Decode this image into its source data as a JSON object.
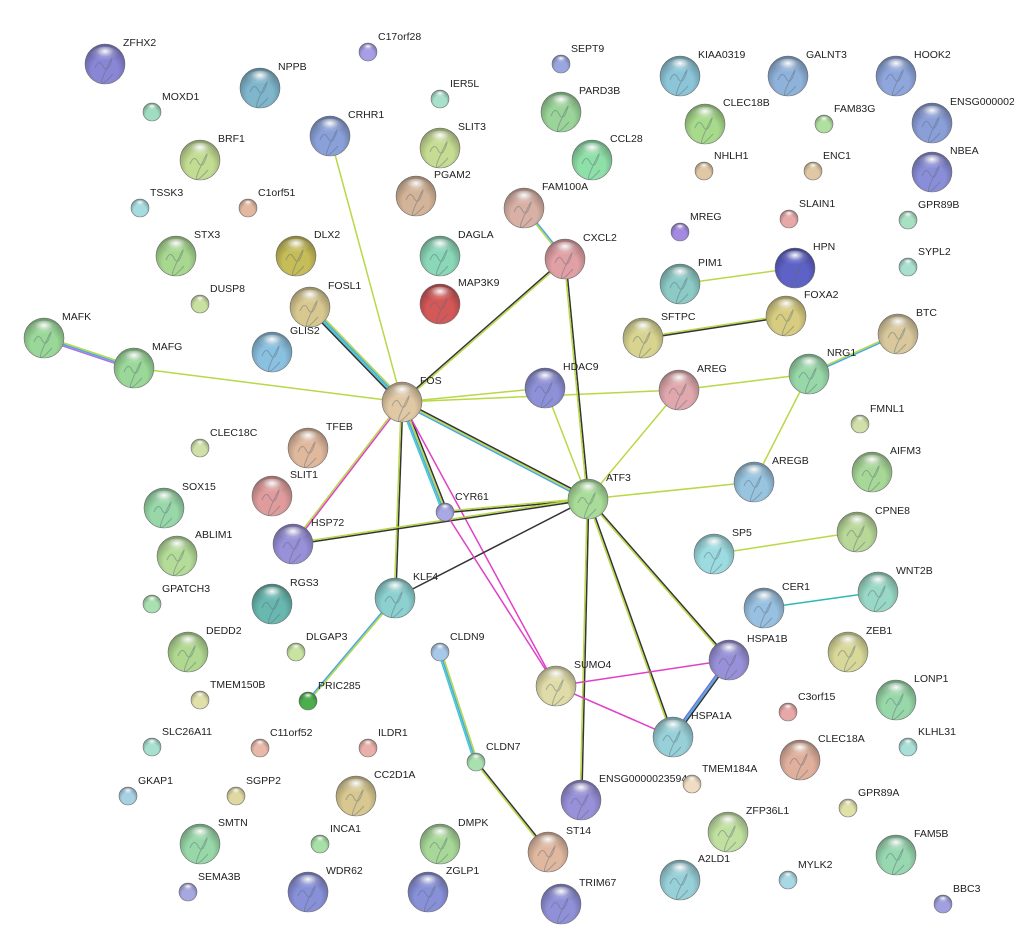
{
  "network": {
    "nodes": [
      {
        "id": "ZFHX2",
        "label": "ZFHX2",
        "color": "#8a86d6",
        "size": "l"
      },
      {
        "id": "C17orf28",
        "label": "C17orf28",
        "color": "#a79ee6",
        "size": "s"
      },
      {
        "id": "SEPT9",
        "label": "SEPT9",
        "color": "#9aa6e0",
        "size": "s"
      },
      {
        "id": "KIAA0319",
        "label": "KIAA0319",
        "color": "#8cc5d8",
        "size": "l"
      },
      {
        "id": "GALNT3",
        "label": "GALNT3",
        "color": "#8fb2da",
        "size": "l"
      },
      {
        "id": "HOOK2",
        "label": "HOOK2",
        "color": "#8ea6dc",
        "size": "l"
      },
      {
        "id": "ENSG000002",
        "label": "ENSG000002",
        "color": "#8a9ed8",
        "size": "l"
      },
      {
        "id": "NPPB",
        "label": "NPPB",
        "color": "#7fb6cc",
        "size": "l"
      },
      {
        "id": "MOXD1",
        "label": "MOXD1",
        "color": "#9fdcc0",
        "size": "s"
      },
      {
        "id": "IER5L",
        "label": "IER5L",
        "color": "#a8e0cc",
        "size": "s"
      },
      {
        "id": "PARD3B",
        "label": "PARD3B",
        "color": "#9ad498",
        "size": "l"
      },
      {
        "id": "CRHR1",
        "label": "CRHR1",
        "color": "#8aa0d8",
        "size": "l"
      },
      {
        "id": "SLIT3",
        "label": "SLIT3",
        "color": "#c6dc92",
        "size": "l"
      },
      {
        "id": "CCL28",
        "label": "CCL28",
        "color": "#8fe0a8",
        "size": "l"
      },
      {
        "id": "CLEC18B",
        "label": "CLEC18B",
        "color": "#a8da8c",
        "size": "l"
      },
      {
        "id": "FAM83G",
        "label": "FAM83G",
        "color": "#b0e0a0",
        "size": "s"
      },
      {
        "id": "BRF1",
        "label": "BRF1",
        "color": "#c2dc92",
        "size": "l"
      },
      {
        "id": "PGAM2",
        "label": "PGAM2",
        "color": "#d4b498",
        "size": "l"
      },
      {
        "id": "NHLH1",
        "label": "NHLH1",
        "color": "#e0c8a4",
        "size": "s"
      },
      {
        "id": "ENC1",
        "label": "ENC1",
        "color": "#e0c8a4",
        "size": "s"
      },
      {
        "id": "NBEA",
        "label": "NBEA",
        "color": "#8a8ed8",
        "size": "l"
      },
      {
        "id": "TSSK3",
        "label": "TSSK3",
        "color": "#a6dce0",
        "size": "s"
      },
      {
        "id": "C1orf51",
        "label": "C1orf51",
        "color": "#e4b8a0",
        "size": "s"
      },
      {
        "id": "FAM100A",
        "label": "FAM100A",
        "color": "#d8b0a4",
        "size": "l"
      },
      {
        "id": "MREG",
        "label": "MREG",
        "color": "#a48ae0",
        "size": "s"
      },
      {
        "id": "SLAIN1",
        "label": "SLAIN1",
        "color": "#e8a8a8",
        "size": "s"
      },
      {
        "id": "GPR89B",
        "label": "GPR89B",
        "color": "#a8e0c4",
        "size": "s"
      },
      {
        "id": "STX3",
        "label": "STX3",
        "color": "#a8d890",
        "size": "l"
      },
      {
        "id": "DLX2",
        "label": "DLX2",
        "color": "#c6bc58",
        "size": "l"
      },
      {
        "id": "DAGLA",
        "label": "DAGLA",
        "color": "#8ad8b8",
        "size": "l"
      },
      {
        "id": "CXCL2",
        "label": "CXCL2",
        "color": "#e0a0a4",
        "size": "l"
      },
      {
        "id": "PIM1",
        "label": "PIM1",
        "color": "#8ccac6",
        "size": "l"
      },
      {
        "id": "HPN",
        "label": "HPN",
        "color": "#5e62c8",
        "size": "l"
      },
      {
        "id": "SYPL2",
        "label": "SYPL2",
        "color": "#a8e0d0",
        "size": "s"
      },
      {
        "id": "DUSP8",
        "label": "DUSP8",
        "color": "#c8e0a0",
        "size": "s"
      },
      {
        "id": "MAP3K9",
        "label": "MAP3K9",
        "color": "#d45858",
        "size": "l"
      },
      {
        "id": "FOSL1",
        "label": "FOSL1",
        "color": "#d8c890",
        "size": "l"
      },
      {
        "id": "FOXA2",
        "label": "FOXA2",
        "color": "#d8cc80",
        "size": "l"
      },
      {
        "id": "MAFK",
        "label": "MAFK",
        "color": "#9ad898",
        "size": "l"
      },
      {
        "id": "GLIS2",
        "label": "GLIS2",
        "color": "#8ac0e0",
        "size": "l"
      },
      {
        "id": "SFTPC",
        "label": "SFTPC",
        "color": "#d8d490",
        "size": "l"
      },
      {
        "id": "BTC",
        "label": "BTC",
        "color": "#d8c89c",
        "size": "l"
      },
      {
        "id": "MAFG",
        "label": "MAFG",
        "color": "#9ad898",
        "size": "l"
      },
      {
        "id": "FOS",
        "label": "FOS",
        "color": "#e0c8a4",
        "size": "l"
      },
      {
        "id": "HDAC9",
        "label": "HDAC9",
        "color": "#8e90d8",
        "size": "l"
      },
      {
        "id": "AREG",
        "label": "AREG",
        "color": "#e0a8ac",
        "size": "l"
      },
      {
        "id": "NRG1",
        "label": "NRG1",
        "color": "#98d8a8",
        "size": "l"
      },
      {
        "id": "FMNL1",
        "label": "FMNL1",
        "color": "#d0e0a8",
        "size": "s"
      },
      {
        "id": "CLEC18C",
        "label": "CLEC18C",
        "color": "#d0e0a8",
        "size": "s"
      },
      {
        "id": "TFEB",
        "label": "TFEB",
        "color": "#e0b89c",
        "size": "l"
      },
      {
        "id": "AIFM3",
        "label": "AIFM3",
        "color": "#a8d898",
        "size": "l"
      },
      {
        "id": "AREGB",
        "label": "AREGB",
        "color": "#98c4e0",
        "size": "l"
      },
      {
        "id": "SLIT1",
        "label": "SLIT1",
        "color": "#e09c9c",
        "size": "l"
      },
      {
        "id": "ATF3",
        "label": "ATF3",
        "color": "#a8dc98",
        "size": "l"
      },
      {
        "id": "SOX15",
        "label": "SOX15",
        "color": "#98d8a8",
        "size": "l"
      },
      {
        "id": "CYR61",
        "label": "CYR61",
        "color": "#a8a8e4",
        "size": "s"
      },
      {
        "id": "HSP72",
        "label": "HSP72",
        "color": "#9890d8",
        "size": "l"
      },
      {
        "id": "CPNE8",
        "label": "CPNE8",
        "color": "#b8d898",
        "size": "l"
      },
      {
        "id": "ABLIM1",
        "label": "ABLIM1",
        "color": "#b4dc98",
        "size": "l"
      },
      {
        "id": "SP5",
        "label": "SP5",
        "color": "#9cdce0",
        "size": "l"
      },
      {
        "id": "WNT2B",
        "label": "WNT2B",
        "color": "#98d8c4",
        "size": "l"
      },
      {
        "id": "GPATCH3",
        "label": "GPATCH3",
        "color": "#a8e0b0",
        "size": "s"
      },
      {
        "id": "RGS3",
        "label": "RGS3",
        "color": "#68b8b0",
        "size": "l"
      },
      {
        "id": "KLF4",
        "label": "KLF4",
        "color": "#8cd0d0",
        "size": "l"
      },
      {
        "id": "CER1",
        "label": "CER1",
        "color": "#98c0e0",
        "size": "l"
      },
      {
        "id": "DEDD2",
        "label": "DEDD2",
        "color": "#b0d890",
        "size": "l"
      },
      {
        "id": "DLGAP3",
        "label": "DLGAP3",
        "color": "#c8e4a0",
        "size": "s"
      },
      {
        "id": "CLDN9",
        "label": "CLDN9",
        "color": "#a8c8e8",
        "size": "s"
      },
      {
        "id": "HSPA1B",
        "label": "HSPA1B",
        "color": "#9890d8",
        "size": "l"
      },
      {
        "id": "ZEB1",
        "label": "ZEB1",
        "color": "#d8d898",
        "size": "l"
      },
      {
        "id": "SUMO4",
        "label": "SUMO4",
        "color": "#e0dca8",
        "size": "l"
      },
      {
        "id": "PRIC285",
        "label": "PRIC285",
        "color": "#4cae4c",
        "size": "s"
      },
      {
        "id": "TMEM150B",
        "label": "TMEM150B",
        "color": "#e0e0a8",
        "size": "s"
      },
      {
        "id": "LONP1",
        "label": "LONP1",
        "color": "#98d8a8",
        "size": "l"
      },
      {
        "id": "C3orf15",
        "label": "C3orf15",
        "color": "#e8a8a8",
        "size": "s"
      },
      {
        "id": "SLC26A11",
        "label": "SLC26A11",
        "color": "#a8e0d0",
        "size": "s"
      },
      {
        "id": "C11orf52",
        "label": "C11orf52",
        "color": "#e8b8a8",
        "size": "s"
      },
      {
        "id": "ILDR1",
        "label": "ILDR1",
        "color": "#e8b0a8",
        "size": "s"
      },
      {
        "id": "HSPA1A",
        "label": "HSPA1A",
        "color": "#98d0d8",
        "size": "l"
      },
      {
        "id": "CLEC18A",
        "label": "CLEC18A",
        "color": "#e0b09c",
        "size": "l"
      },
      {
        "id": "KLHL31",
        "label": "KLHL31",
        "color": "#a8e0d8",
        "size": "s"
      },
      {
        "id": "CLDN7",
        "label": "CLDN7",
        "color": "#a8e0b0",
        "size": "s"
      },
      {
        "id": "GKAP1",
        "label": "GKAP1",
        "color": "#a8d0e4",
        "size": "s"
      },
      {
        "id": "SGPP2",
        "label": "SGPP2",
        "color": "#e0d8a0",
        "size": "s"
      },
      {
        "id": "CC2D1A",
        "label": "CC2D1A",
        "color": "#d8c890",
        "size": "l"
      },
      {
        "id": "ENSG00000235941",
        "label": "ENSG00000235941",
        "color": "#9890d8",
        "size": "l"
      },
      {
        "id": "TMEM184A",
        "label": "TMEM184A",
        "color": "#f0dcc0",
        "size": "s"
      },
      {
        "id": "GPR89A",
        "label": "GPR89A",
        "color": "#e0e0a8",
        "size": "s"
      },
      {
        "id": "SMTN",
        "label": "SMTN",
        "color": "#98d8a8",
        "size": "l"
      },
      {
        "id": "INCA1",
        "label": "INCA1",
        "color": "#a8e0a8",
        "size": "s"
      },
      {
        "id": "DMPK",
        "label": "DMPK",
        "color": "#a8d898",
        "size": "l"
      },
      {
        "id": "ST14",
        "label": "ST14",
        "color": "#e0b8a0",
        "size": "l"
      },
      {
        "id": "ZFP36L1",
        "label": "ZFP36L1",
        "color": "#c0e0a0",
        "size": "l"
      },
      {
        "id": "FAM5B",
        "label": "FAM5B",
        "color": "#98d8b0",
        "size": "l"
      },
      {
        "id": "SEMA3B",
        "label": "SEMA3B",
        "color": "#a8a8e0",
        "size": "s"
      },
      {
        "id": "WDR62",
        "label": "WDR62",
        "color": "#8890d8",
        "size": "l"
      },
      {
        "id": "ZGLP1",
        "label": "ZGLP1",
        "color": "#8890d8",
        "size": "l"
      },
      {
        "id": "TRIM67",
        "label": "TRIM67",
        "color": "#9090d8",
        "size": "l"
      },
      {
        "id": "A2LD1",
        "label": "A2LD1",
        "color": "#98d0d8",
        "size": "l"
      },
      {
        "id": "MYLK2",
        "label": "MYLK2",
        "color": "#a8d8e4",
        "size": "s"
      },
      {
        "id": "BBC3",
        "label": "BBC3",
        "color": "#a0a0e0",
        "size": "s"
      }
    ],
    "edges": [
      {
        "source": "CRHR1",
        "target": "FOS",
        "colors": [
          "#b8d846"
        ]
      },
      {
        "source": "FOSL1",
        "target": "FOS",
        "colors": [
          "#b8d846",
          "#4aa8e0",
          "#44c8c8",
          "#333333"
        ]
      },
      {
        "source": "MAFG",
        "target": "FOS",
        "colors": [
          "#b8d846"
        ]
      },
      {
        "source": "MAFK",
        "target": "MAFG",
        "colors": [
          "#b8d846",
          "#4aa8e0",
          "#b070e0"
        ]
      },
      {
        "source": "FOS",
        "target": "CXCL2",
        "colors": [
          "#333333",
          "#b8d846"
        ]
      },
      {
        "source": "FOS",
        "target": "HDAC9",
        "colors": [
          "#b8d846"
        ]
      },
      {
        "source": "FOS",
        "target": "AREG",
        "colors": [
          "#b8d846"
        ]
      },
      {
        "source": "FOS",
        "target": "ATF3",
        "colors": [
          "#333333",
          "#b8d846",
          "#4aa8e0"
        ]
      },
      {
        "source": "FOS",
        "target": "HSP72",
        "colors": [
          "#e040c8",
          "#b8d846"
        ]
      },
      {
        "source": "FOS",
        "target": "CYR61",
        "colors": [
          "#333333",
          "#b8d846",
          "#4aa8e0",
          "#44c8c8"
        ]
      },
      {
        "source": "FOS",
        "target": "KLF4",
        "colors": [
          "#333333",
          "#b8d846"
        ]
      },
      {
        "source": "FOS",
        "target": "SUMO4",
        "colors": [
          "#e040c8"
        ]
      },
      {
        "source": "CXCL2",
        "target": "ATF3",
        "colors": [
          "#333333",
          "#b8d846"
        ]
      },
      {
        "source": "FAM100A",
        "target": "CXCL2",
        "colors": [
          "#4aa8e0",
          "#b8d846"
        ]
      },
      {
        "source": "HDAC9",
        "target": "ATF3",
        "colors": [
          "#b8d846"
        ]
      },
      {
        "source": "AREG",
        "target": "ATF3",
        "colors": [
          "#b8d846"
        ]
      },
      {
        "source": "AREG",
        "target": "NRG1",
        "colors": [
          "#b8d846"
        ]
      },
      {
        "source": "NRG1",
        "target": "BTC",
        "colors": [
          "#b8d846",
          "#4aa8e0"
        ]
      },
      {
        "source": "NRG1",
        "target": "AREGB",
        "colors": [
          "#b8d846"
        ]
      },
      {
        "source": "AREGB",
        "target": "ATF3",
        "colors": [
          "#b8d846"
        ]
      },
      {
        "source": "PIM1",
        "target": "HPN",
        "colors": [
          "#b8d846"
        ]
      },
      {
        "source": "SFTPC",
        "target": "FOXA2",
        "colors": [
          "#b8d846",
          "#333333"
        ]
      },
      {
        "source": "ATF3",
        "target": "CYR61",
        "colors": [
          "#333333",
          "#b8d846"
        ]
      },
      {
        "source": "ATF3",
        "target": "HSP72",
        "colors": [
          "#333333",
          "#b8d846"
        ]
      },
      {
        "source": "ATF3",
        "target": "KLF4",
        "colors": [
          "#333333"
        ]
      },
      {
        "source": "ATF3",
        "target": "HSPA1B",
        "colors": [
          "#333333",
          "#b8d846"
        ]
      },
      {
        "source": "ATF3",
        "target": "HSPA1A",
        "colors": [
          "#333333",
          "#b8d846"
        ]
      },
      {
        "source": "ATF3",
        "target": "ENSG00000235941",
        "colors": [
          "#333333",
          "#b8d846"
        ]
      },
      {
        "source": "CYR61",
        "target": "SUMO4",
        "colors": [
          "#e040c8"
        ]
      },
      {
        "source": "SUMO4",
        "target": "HSPA1B",
        "colors": [
          "#e040c8"
        ]
      },
      {
        "source": "SUMO4",
        "target": "HSPA1A",
        "colors": [
          "#e040c8"
        ]
      },
      {
        "source": "HSPA1B",
        "target": "HSPA1A",
        "colors": [
          "#333333",
          "#4aa8e0",
          "#7070e0"
        ]
      },
      {
        "source": "CPNE8",
        "target": "SP5",
        "colors": [
          "#b8d846"
        ]
      },
      {
        "source": "CER1",
        "target": "WNT2B",
        "colors": [
          "#2eb8b8"
        ]
      },
      {
        "source": "KLF4",
        "target": "PRIC285",
        "colors": [
          "#b8d846",
          "#4aa8e0"
        ]
      },
      {
        "source": "CLDN9",
        "target": "CLDN7",
        "colors": [
          "#b8d846",
          "#4aa8e0",
          "#44c8c8"
        ]
      },
      {
        "source": "CLDN7",
        "target": "ST14",
        "colors": [
          "#333333",
          "#b8d846"
        ]
      }
    ]
  }
}
